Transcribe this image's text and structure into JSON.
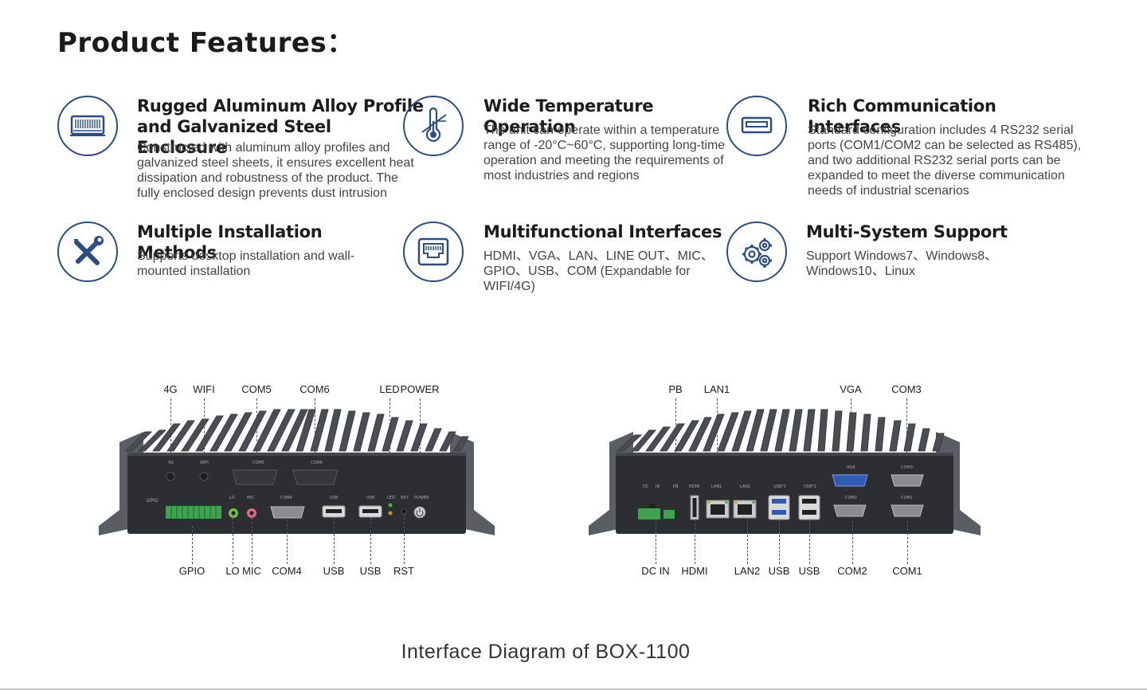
{
  "page_title": "Product Features：",
  "features": [
    {
      "title_lines": [
        "Rugged Aluminum Alloy Profile",
        "and Galvanized Steel Enclosure"
      ],
      "description": "Constructed with aluminum alloy profiles and galvanized steel sheets, it ensures excellent heat dissipation and robustness of the product. The fully enclosed design prevents dust intrusion",
      "icon": "enclosure-icon"
    },
    {
      "title_lines": [
        "Wide Temperature Operation"
      ],
      "description": "The unit can operate within a temperature range of -20°C~60°C, supporting long-time operation and meeting the requirements of most industries and regions",
      "icon": "thermometer-icon"
    },
    {
      "title_lines": [
        "Rich Communication Interfaces"
      ],
      "description": "Standard configuration includes 4 RS232 serial ports (COM1/COM2 can be selected as RS485), and two additional RS232 serial ports can be expanded to meet the diverse communication needs of industrial scenarios",
      "icon": "usb-port-icon"
    },
    {
      "title_lines": [
        "Multiple Installation Methods"
      ],
      "description": "Supports desktop installation and wall-mounted installation",
      "icon": "tools-icon"
    },
    {
      "title_lines": [
        "Multifunctional Interfaces"
      ],
      "description": "HDMI、VGA、LAN、LINE OUT、MIC、GPIO、USB、COM (Expandable for WIFI/4G)",
      "icon": "ethernet-port-icon"
    },
    {
      "title_lines": [
        "Multi-System Support"
      ],
      "description": "Support Windows7、Windows8、Windows10、Linux",
      "icon": "gears-icon"
    }
  ],
  "front_panel": {
    "top_labels": [
      "4G",
      "WIFI",
      "COM5",
      "COM6",
      "LED",
      "POWER"
    ],
    "bottom_labels": [
      "GPIO",
      "LO",
      "MIC",
      "COM4",
      "USB",
      "USB",
      "RST"
    ],
    "silkscreen": {
      "gpio": "GPIO",
      "com5": "COM5",
      "com6": "COM6",
      "g4": "4G",
      "wifi": "WIFI",
      "lo": "LO",
      "mic": "MIC",
      "com4": "COM4",
      "usb": "USB",
      "led": "LED",
      "rst": "RST",
      "power": "POWER"
    }
  },
  "rear_panel": {
    "top_labels": [
      "PB",
      "LAN1",
      "VGA",
      "COM3"
    ],
    "bottom_labels": [
      "DC IN",
      "HDMI",
      "LAN2",
      "USB",
      "USB",
      "COM2",
      "COM1"
    ],
    "silkscreen": {
      "dc": "DC",
      "in": "IN",
      "pb": "PB",
      "hdmi": "HDMI",
      "lan1": "LAN1",
      "lan2": "LAN2",
      "usb2a": "USB*2",
      "usb2b": "USB*2",
      "vga": "VGA",
      "com3": "COM3",
      "com2": "COM2",
      "com1": "COM1"
    }
  },
  "caption": "Interface Diagram of BOX-1100",
  "colors": {
    "icon_blue": "#2a4d87",
    "chassis": "#2f3135",
    "fins": "#4a4d52",
    "terminal_green": "#3fa34d",
    "vga_blue": "#2f5bb5"
  }
}
